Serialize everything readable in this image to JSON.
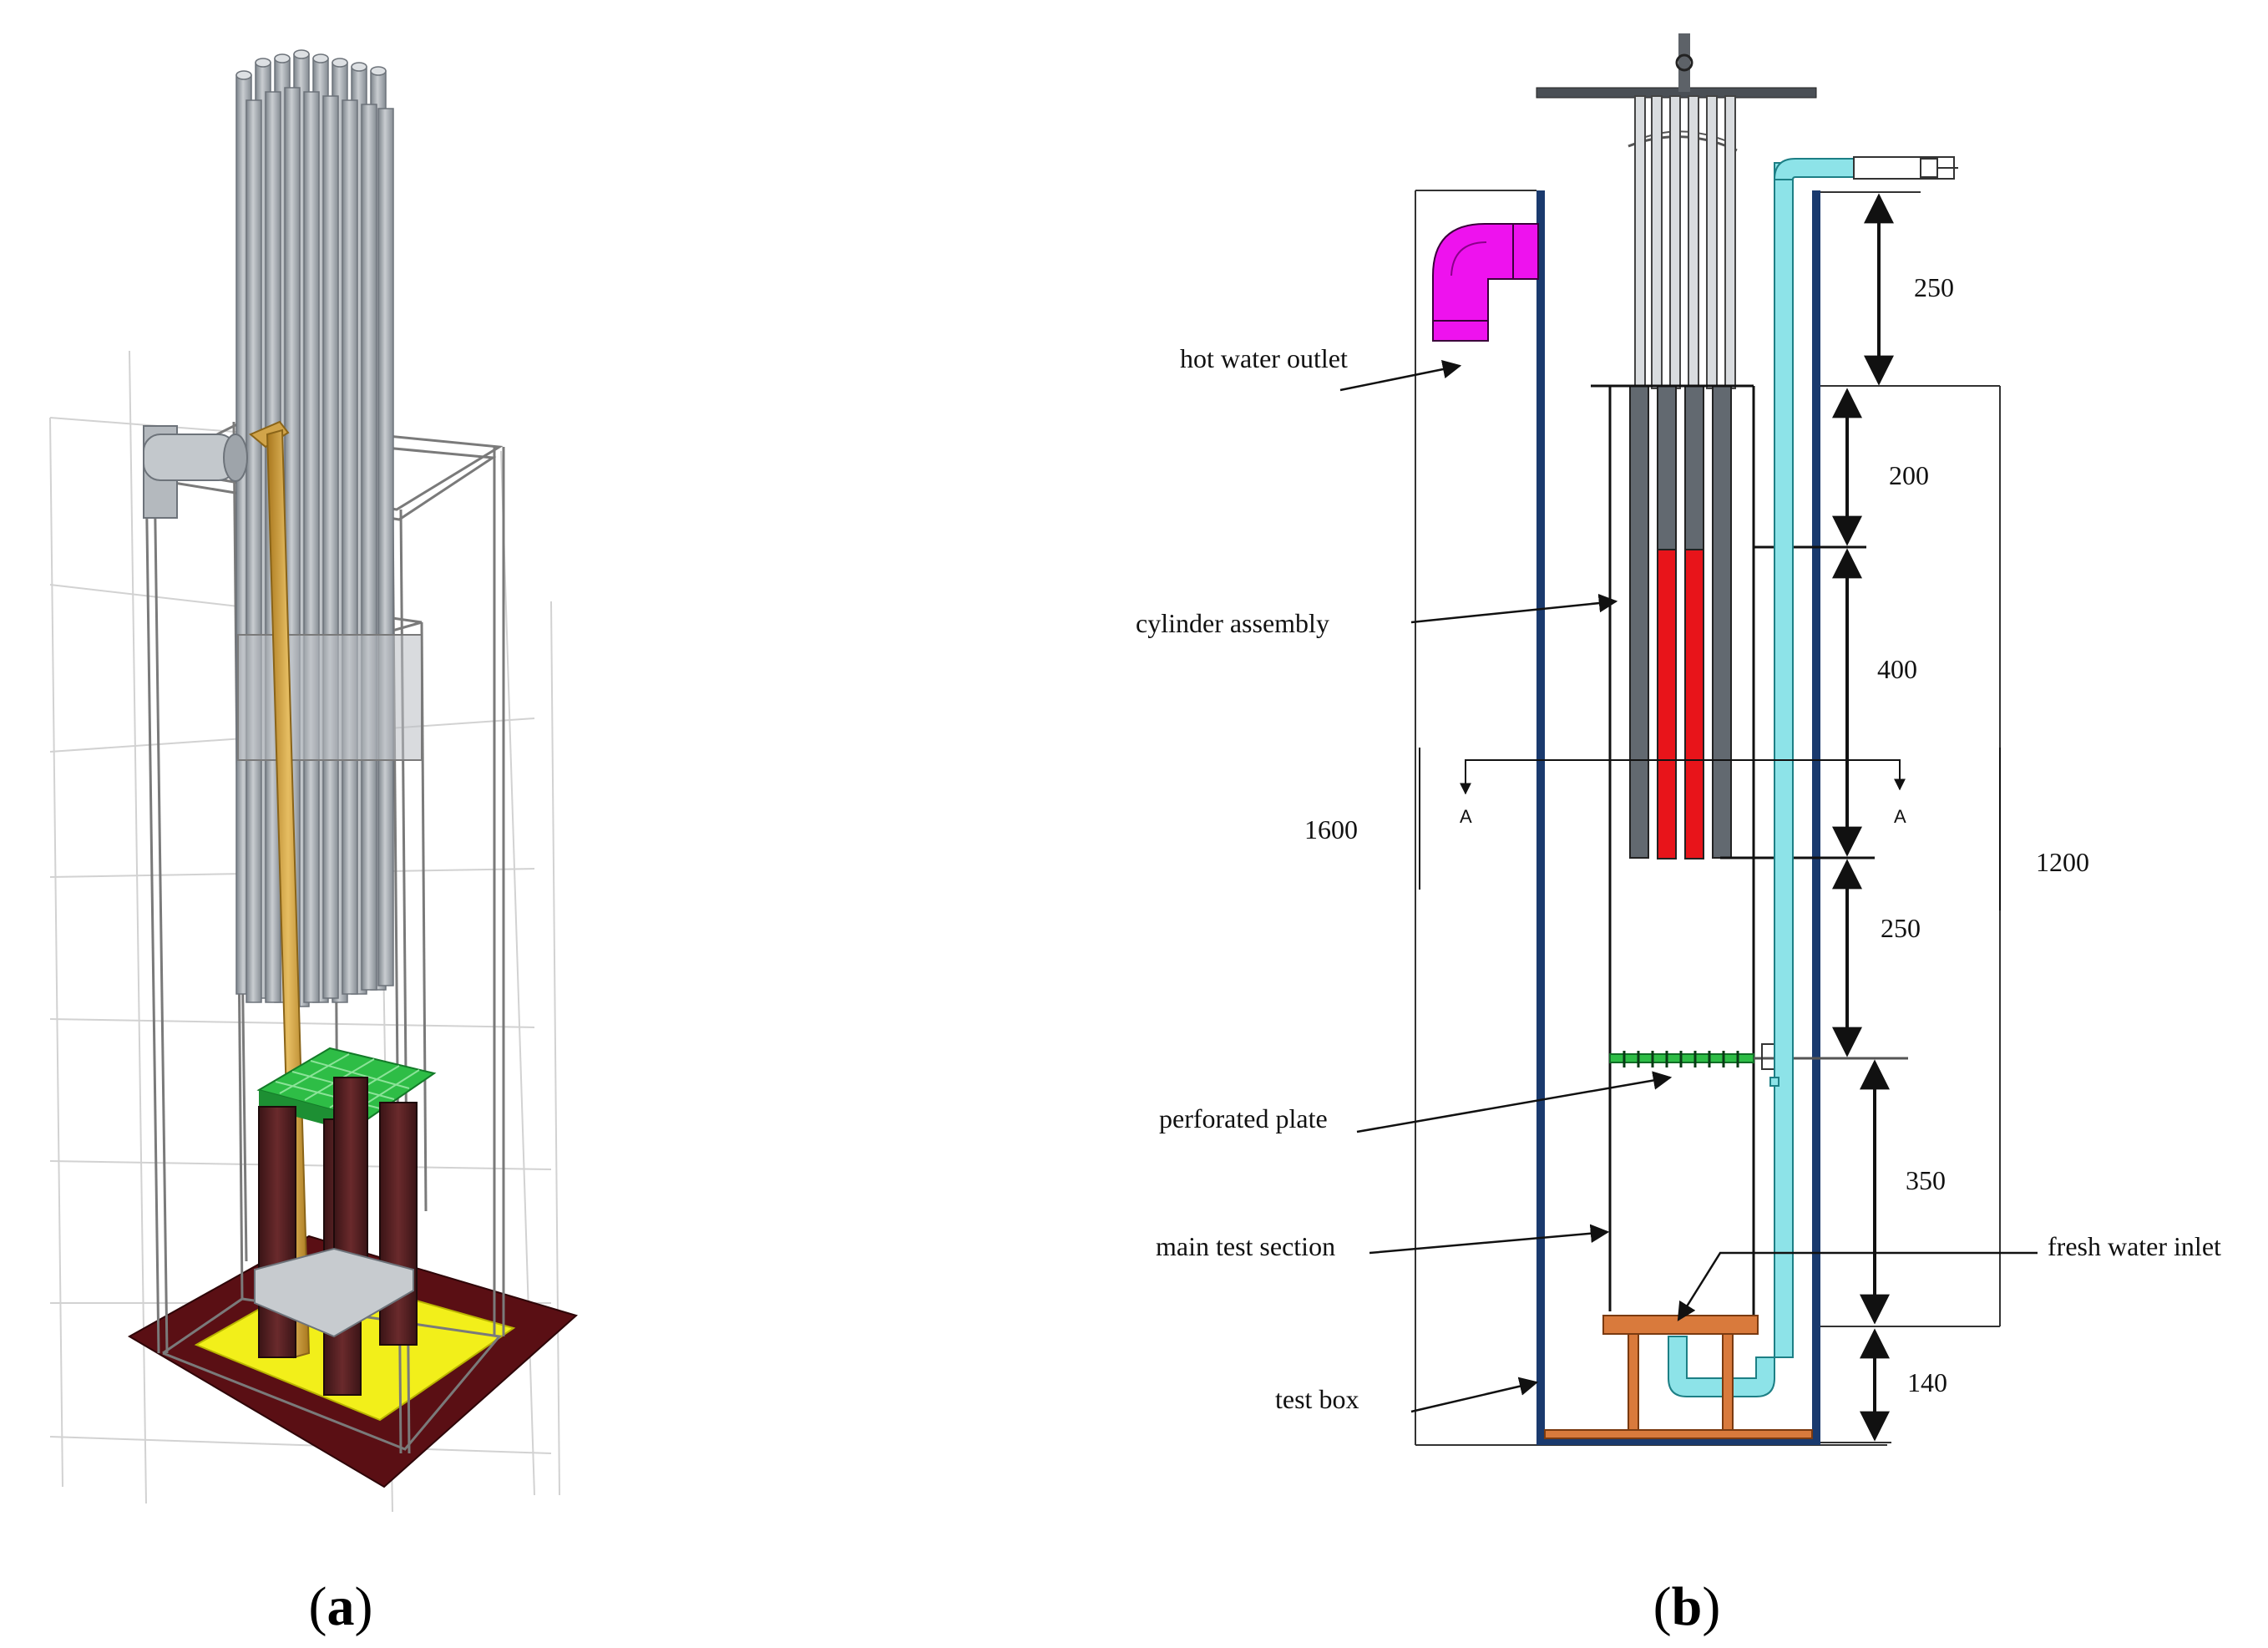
{
  "figure": {
    "panel_a": {
      "caption_open": "(",
      "caption_letter": "a",
      "caption_close": ")"
    },
    "panel_b": {
      "caption_open": "(",
      "caption_letter": "b",
      "caption_close": ")",
      "labels": {
        "hot_water_outlet": "hot water outlet",
        "cylinder_assembly": "cylinder  assembly",
        "perforated_plate": "perforated plate",
        "main_test_section": "main test section",
        "test_box": "test box",
        "fresh_water_inlet": "fresh water inlet"
      },
      "dimensions": {
        "d250_top": "250",
        "d200": "200",
        "d400": "400",
        "d250_mid": "250",
        "d350": "350",
        "d140": "140",
        "d1600": "1600",
        "d1200": "1200"
      },
      "section_marks": {
        "left": "A",
        "right": "A"
      }
    }
  },
  "colors": {
    "rods": "#9ea4aa",
    "heater": "#e8141a",
    "cooling_pipe": "#8de3e8",
    "outlet": "#ee12ee",
    "test_box": "#1a3a6e",
    "support": "#d97a3c",
    "plate": "#2ebd46",
    "yellow_base": "#f2ef1a",
    "dark_base": "#5a0f14",
    "gold_pipe": "#c9962e"
  }
}
